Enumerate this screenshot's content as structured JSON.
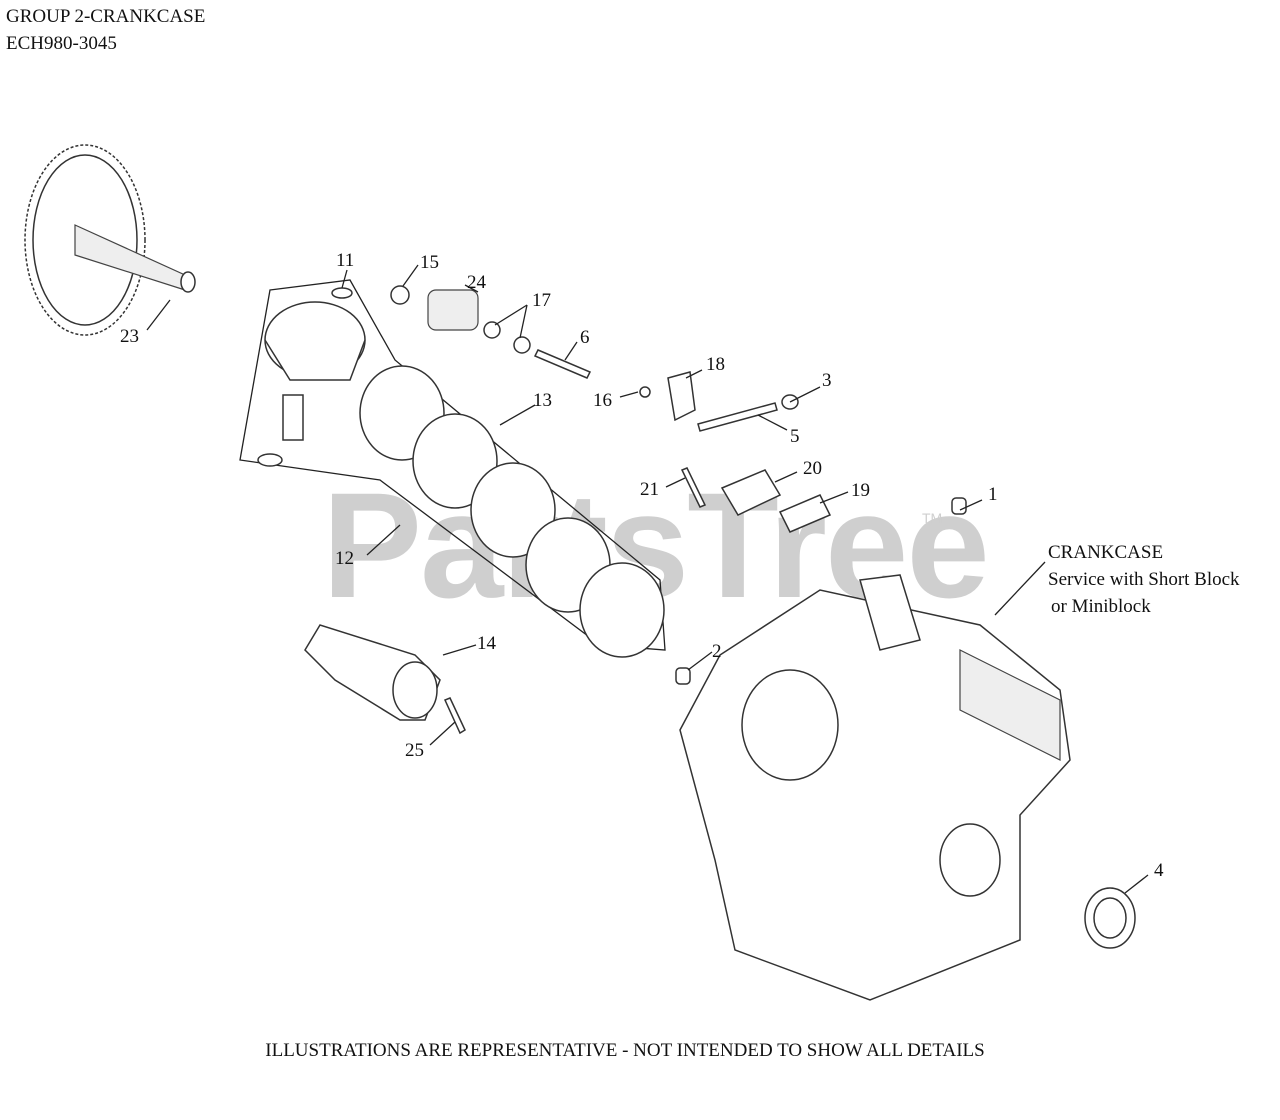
{
  "header": {
    "line1": "GROUP 2-CRANKCASE",
    "line2": "ECH980-3045"
  },
  "watermark": {
    "brand": "PartsTree",
    "tm": "TM"
  },
  "crankcase_note": {
    "line1": "CRANKCASE",
    "line2": "Service with Short Block",
    "line3": "or Miniblock"
  },
  "footer": "ILLUSTRATIONS ARE REPRESENTATIVE - NOT INTENDED TO SHOW ALL DETAILS",
  "callouts": [
    "1",
    "2",
    "3",
    "4",
    "5",
    "6",
    "11",
    "12",
    "13",
    "14",
    "15",
    "16",
    "17",
    "18",
    "19",
    "20",
    "21",
    "23",
    "24",
    "25"
  ]
}
